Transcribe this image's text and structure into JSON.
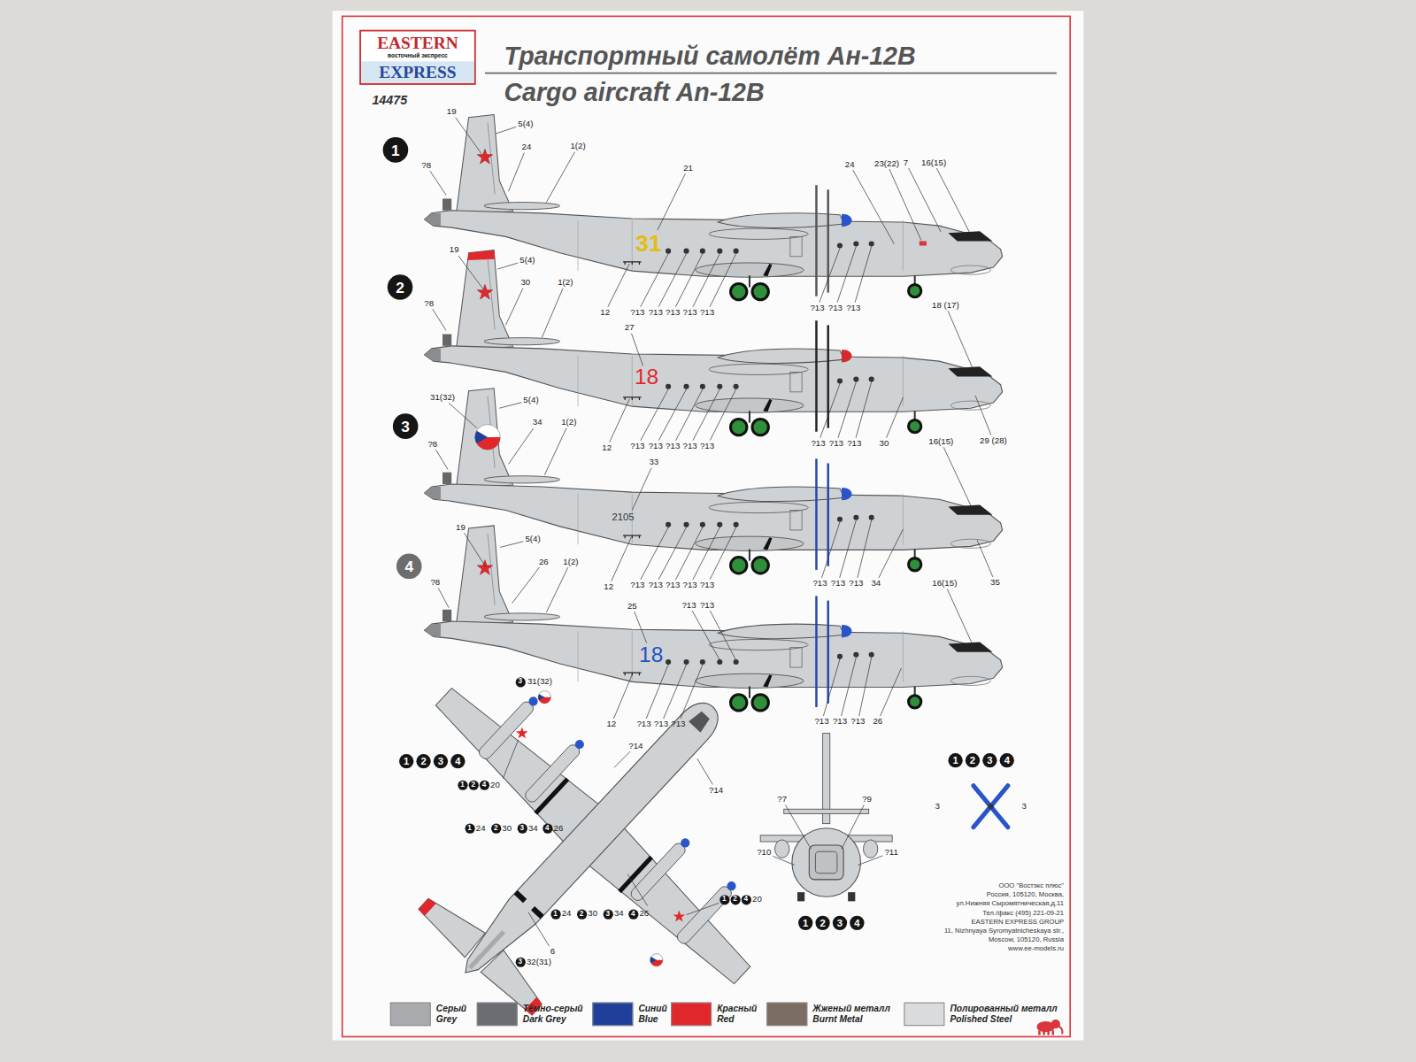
{
  "diagram": {
    "title": "Транспортный самолёт Ан-12В",
    "nodes": [
      {
        "text": [
          "EASTERN",
          "восточный экспресс",
          "EXPRESS"
        ]
      },
      {
        "text": [
          "1"
        ]
      },
      {
        "text": [
          "2"
        ]
      },
      {
        "text": [
          "3"
        ]
      },
      {
        "text": [
          "4"
        ]
      },
      {
        "text": [
          "3"
        ]
      },
      {
        "text": [
          "1"
        ]
      },
      {
        "text": [
          "2"
        ]
      },
      {
        "text": [
          "3"
        ]
      },
      {
        "text": [
          "4"
        ]
      },
      {
        "text": [
          "1"
        ]
      },
      {
        "text": [
          "2"
        ]
      },
      {
        "text": [
          "3"
        ]
      },
      {
        "text": [
          "4"
        ]
      },
      {
        "text": [
          "1"
        ]
      },
      {
        "text": [
          "2"
        ]
      },
      {
        "text": [
          "4"
        ]
      },
      {
        "text": [
          "1"
        ]
      },
      {
        "text": [
          "2"
        ]
      },
      {
        "text": [
          "3"
        ]
      },
      {
        "text": [
          "4"
        ]
      },
      {
        "text": [
          "1"
        ]
      },
      {
        "text": [
          "2"
        ]
      },
      {
        "text": [
          "4"
        ]
      },
      {
        "text": [
          "1"
        ]
      },
      {
        "text": [
          "2"
        ]
      },
      {
        "text": [
          "3"
        ]
      },
      {
        "text": [
          "4"
        ]
      },
      {
        "text": [
          "1"
        ]
      },
      {
        "text": [
          "2"
        ]
      },
      {
        "text": [
          "3"
        ]
      },
      {
        "text": [
          "4"
        ]
      },
      {
        "text": [
          "3"
        ]
      }
    ],
    "labels": [
      "Cargo aircraft An-12B",
      "14475",
      "19",
      "5(4)",
      "?8",
      "24",
      "1(2)",
      "21",
      "24",
      "23(22)",
      "7",
      "16(15)",
      "31",
      "12",
      "?13",
      "?13",
      "?13",
      "?13",
      "?13",
      "?13",
      "?13",
      "?13",
      "19",
      "5(4)",
      "30",
      "1(2)",
      "?8",
      "27",
      "18 (17)",
      "18",
      "12",
      "?13",
      "?13",
      "?13",
      "?13",
      "?13",
      "?13",
      "?13",
      "?13",
      "30",
      "29 (28)",
      "31(32)",
      "5(4)",
      "34",
      "1(2)",
      "?8",
      "33",
      "16(15)",
      "2105",
      "12",
      "?13",
      "?13",
      "?13",
      "?13",
      "?13",
      "?13",
      "?13",
      "?13",
      "34",
      "35",
      "19",
      "5(4)",
      "26",
      "1(2)",
      "?8",
      "25",
      "?13",
      "?13",
      "16(15)",
      "18",
      "12",
      "?13",
      "?13",
      "?13",
      "?13",
      "?13",
      "?13",
      "26",
      "31(32)",
      "20",
      "?14",
      "?14",
      "24",
      "30",
      "34",
      "26",
      "6",
      "20",
      "24",
      "30",
      "34",
      "26",
      "32(31)",
      "?7",
      "?9",
      "?10",
      "?11",
      "3",
      "3",
      "ООО \"Востэкс плюс\"",
      "Россия, 105120, Москва,",
      "ул.Нижняя Сыромятническая,д.11",
      "Тел./факс (495) 221-09-21",
      "EASTERN EXPRESS GROUP",
      "11, Nizhnyaya Syromyatnicheskaya str.,",
      "Moscow, 105120, Russia",
      "www.ee-models.ru"
    ],
    "legend": [
      {
        "text": "Серый Grey",
        "color": "#a8aaad"
      },
      {
        "text": "Тёмно-серый Dark Grey",
        "color": "#6b6d72"
      },
      {
        "text": "Синий Blue",
        "color": "#1f3f9a"
      },
      {
        "text": "Красный Red",
        "color": "#e0282c"
      },
      {
        "text": "Жженый металл Burnt Metal",
        "color": "#7b6c64"
      },
      {
        "text": "Полированный металл Polished Steel",
        "color": "#d9dbdd"
      }
    ]
  }
}
